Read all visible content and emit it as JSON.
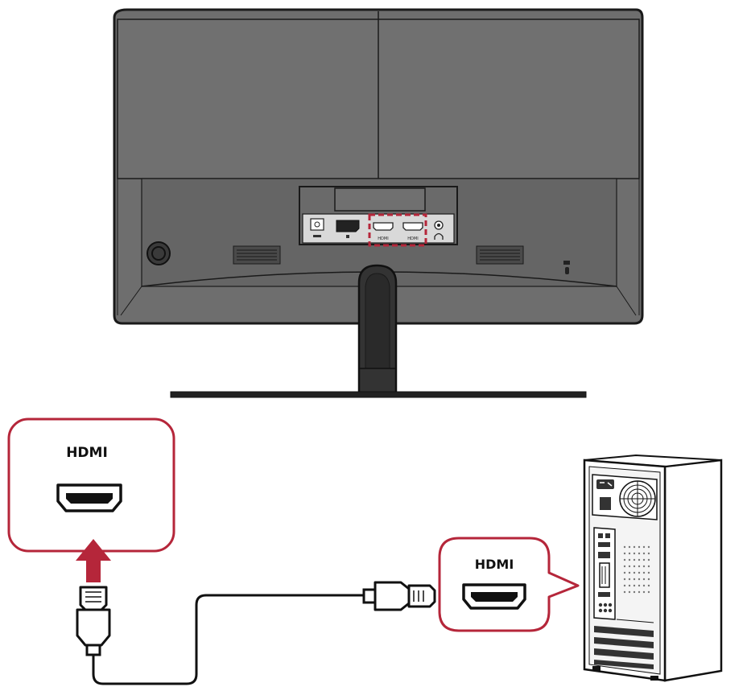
{
  "callouts": {
    "monitor_port_label": "HDMI",
    "pc_port_label": "HDMI"
  },
  "monitor_io": {
    "ports": [
      "DC",
      "DP",
      "HDMI",
      "HDMI",
      "headphone"
    ],
    "port_text": {
      "hdmi1": "HDMI",
      "hdmi2": "HDMI"
    },
    "highlighted_ports": [
      "HDMI",
      "HDMI"
    ]
  },
  "colors": {
    "accent": "#b5263a",
    "monitor_back": "#6e6e6e",
    "monitor_panel": "#5e5e5e",
    "outline": "#1a1a1a",
    "stand": "#3a3a3a"
  },
  "icons": [
    "power-button-icon",
    "kensington-lock-icon",
    "headphone-icon",
    "arrow-up-icon",
    "hdmi-port-icon",
    "fan-icon",
    "pc-tower-icon"
  ]
}
